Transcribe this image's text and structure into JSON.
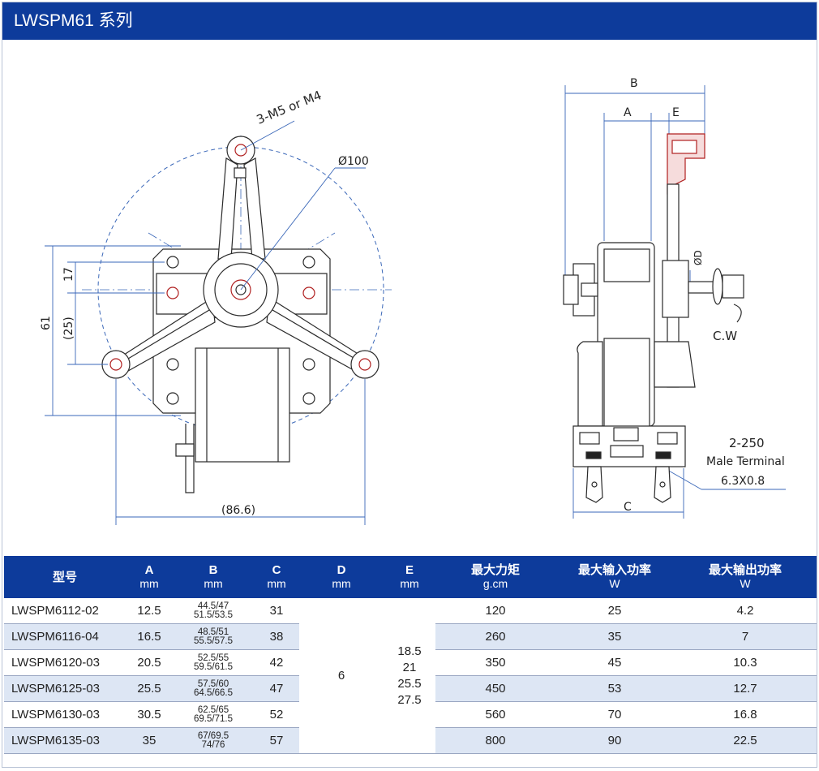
{
  "title": "LWSPM61 系列",
  "drawing": {
    "front": {
      "screw_label": "3-M5 or M4",
      "diameter_label": "Ø100",
      "dim_61": "61",
      "dim_17": "17",
      "dim_25": "(25)",
      "dim_86_6": "(86.6)"
    },
    "side": {
      "dim_b": "B",
      "dim_a": "A",
      "dim_e": "E",
      "dim_c": "C",
      "dim_d": "ØD",
      "rotation": "C.W",
      "terminal_1": "2-250",
      "terminal_2": "Male Terminal",
      "terminal_3": "6.3X0.8"
    }
  },
  "table": {
    "headers": [
      {
        "label": "型号",
        "unit": ""
      },
      {
        "label": "A",
        "unit": "mm"
      },
      {
        "label": "B",
        "unit": "mm"
      },
      {
        "label": "C",
        "unit": "mm"
      },
      {
        "label": "D",
        "unit": "mm"
      },
      {
        "label": "E",
        "unit": "mm"
      },
      {
        "label": "最大力矩",
        "unit": "g.cm"
      },
      {
        "label": "最大输入功率",
        "unit": "W"
      },
      {
        "label": "最大输出功率",
        "unit": "W"
      }
    ],
    "rows": [
      {
        "model": "LWSPM6112-02",
        "a": "12.5",
        "b1": "44.5/47",
        "b2": "51.5/53.5",
        "c": "31",
        "torque": "120",
        "pin": "25",
        "pout": "4.2"
      },
      {
        "model": "LWSPM6116-04",
        "a": "16.5",
        "b1": "48.5/51",
        "b2": "55.5/57.5",
        "c": "38",
        "torque": "260",
        "pin": "35",
        "pout": "7"
      },
      {
        "model": "LWSPM6120-03",
        "a": "20.5",
        "b1": "52.5/55",
        "b2": "59.5/61.5",
        "c": "42",
        "torque": "350",
        "pin": "45",
        "pout": "10.3"
      },
      {
        "model": "LWSPM6125-03",
        "a": "25.5",
        "b1": "57.5/60",
        "b2": "64.5/66.5",
        "c": "47",
        "torque": "450",
        "pin": "53",
        "pout": "12.7"
      },
      {
        "model": "LWSPM6130-03",
        "a": "30.5",
        "b1": "62.5/65",
        "b2": "69.5/71.5",
        "c": "52",
        "torque": "560",
        "pin": "70",
        "pout": "16.8"
      },
      {
        "model": "LWSPM6135-03",
        "a": "35",
        "b1": "67/69.5",
        "b2": "74/76",
        "c": "57",
        "torque": "800",
        "pin": "90",
        "pout": "22.5"
      }
    ],
    "d_value": "6",
    "e_values": [
      "18.5",
      "21",
      "25.5",
      "27.5"
    ]
  }
}
